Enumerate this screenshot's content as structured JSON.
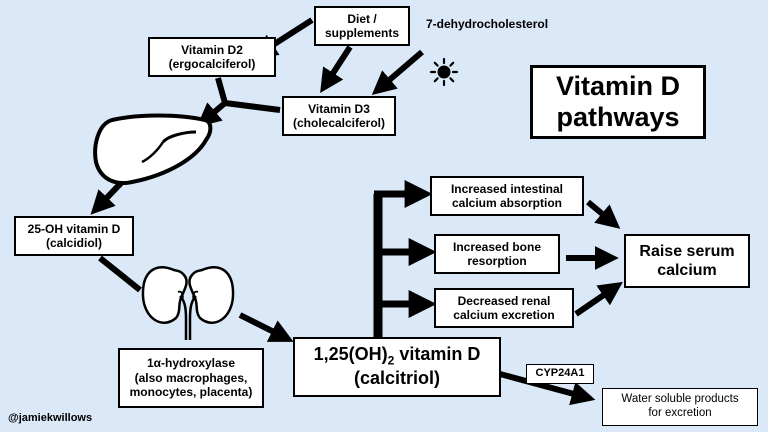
{
  "title": {
    "line1": "Vitamin D",
    "line2": "pathways"
  },
  "nodes": {
    "diet": {
      "line1": "Diet /",
      "line2": "supplements"
    },
    "dehydro": {
      "label": "7-dehydrocholesterol"
    },
    "d2": {
      "line1": "Vitamin D2",
      "line2": "(ergocalciferol)"
    },
    "d3": {
      "line1": "Vitamin D3",
      "line2": "(cholecalciferol)"
    },
    "calcidiol": {
      "line1": "25-OH vitamin D",
      "line2": "(calcidiol)"
    },
    "hydroxylase": {
      "line1": "1α-hydroxylase",
      "line2": "(also macrophages,",
      "line3": "monocytes, placenta)"
    },
    "calcitriol": {
      "line1_pre": "1,25(OH)",
      "line1_sub": "2",
      "line1_post": " vitamin D",
      "line2": "(calcitriol)"
    },
    "intestinal": {
      "line1": "Increased intestinal",
      "line2": "calcium absorption"
    },
    "bone": {
      "line1": "Increased bone",
      "line2": "resorption"
    },
    "renal": {
      "line1": "Decreased renal",
      "line2": "calcium excretion"
    },
    "serum": {
      "line1": "Raise serum",
      "line2": "calcium"
    },
    "cyp": {
      "label": "CYP24A1"
    },
    "water": {
      "line1": "Water soluble products",
      "line2": "for excretion"
    }
  },
  "credit": "@jamiekwillows",
  "icons": [
    "sun-icon",
    "liver-icon",
    "kidneys-icon"
  ]
}
